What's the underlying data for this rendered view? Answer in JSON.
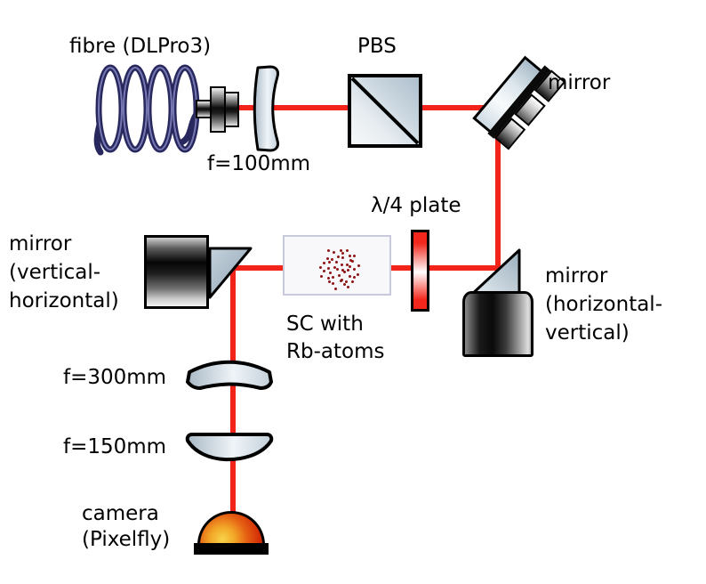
{
  "labels": {
    "fibre": "fibre (DLPro3)",
    "lens_f100": "f=100mm",
    "pbs": "PBS",
    "mirror_top": "mirror",
    "qwp": "λ/4 plate",
    "chamber": {
      "line1": "SC with",
      "line2": "Rb-atoms"
    },
    "mirror_right": {
      "line1": "mirror",
      "line2": "(horizontal-",
      "line3": "vertical)"
    },
    "mirror_left": {
      "line1": "mirror",
      "line2": "(vertical-",
      "line3": "horizontal)"
    },
    "lens_f300": "f=300mm",
    "lens_f150": "f=150mm",
    "camera": {
      "line1": "camera",
      "line2": "(Pixelfly)"
    }
  },
  "colors": {
    "beam": "#f22318",
    "fibre_coil": "#28285f",
    "fibre_coil_highlight": "#8585c0",
    "plate_red": "#f3271c",
    "atom_dot": "#8e1414",
    "background": "#ffffff"
  },
  "atoms": {
    "count": 46,
    "radius": 23
  }
}
